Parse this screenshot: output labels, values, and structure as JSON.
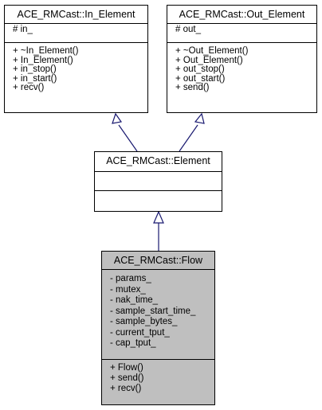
{
  "classes": {
    "in_element": {
      "name": "ACE_RMCast::In_Element",
      "attributes": [
        "# in_"
      ],
      "methods": [
        "+ ~In_Element()",
        "+ In_Element()",
        "+ in_stop()",
        "+ in_start()",
        "+ recv()"
      ]
    },
    "out_element": {
      "name": "ACE_RMCast::Out_Element",
      "attributes": [
        "# out_"
      ],
      "methods": [
        "+ ~Out_Element()",
        "+ Out_Element()",
        "+ out_stop()",
        "+ out_start()",
        "+ send()"
      ]
    },
    "element": {
      "name": "ACE_RMCast::Element",
      "attributes": [],
      "methods": []
    },
    "flow": {
      "name": "ACE_RMCast::Flow",
      "attributes": [
        "- params_",
        "- mutex_",
        "- nak_time_",
        "- sample_start_time_",
        "- sample_bytes_",
        "- current_tput_",
        "- cap_tput_"
      ],
      "methods": [
        "+ Flow()",
        "+ send()",
        "+ recv()"
      ]
    }
  },
  "colors": {
    "edge": "#191970",
    "highlight_fill": "#bfbfbf",
    "border": "#000000"
  }
}
